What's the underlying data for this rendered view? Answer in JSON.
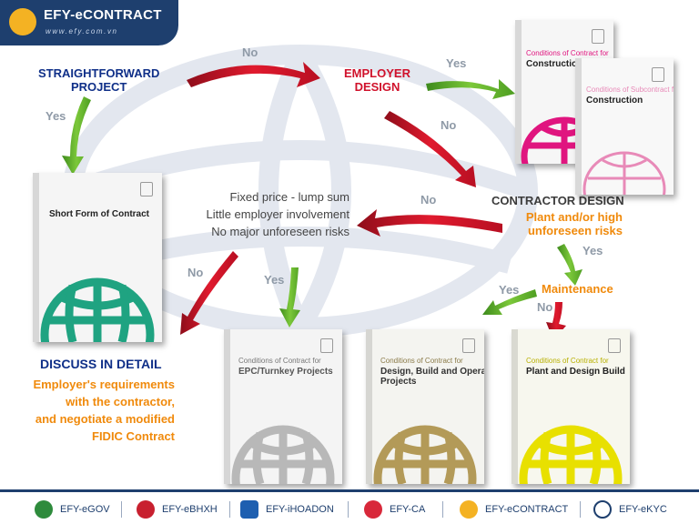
{
  "brand": {
    "name": "EFY-eCONTRACT",
    "url": "www.efy.com.vn"
  },
  "nodes": {
    "straightforward": "STRAIGHTFORWARD\nPROJECT",
    "employer_design": "EMPLOYER\nDESIGN",
    "contractor_design": "CONTRACTOR DESIGN",
    "contractor_sub": "Plant and/or high\nunforeseen risks",
    "criteria": [
      "Fixed price - lump sum",
      "Little employer involvement",
      "No major unforeseen risks"
    ],
    "maintenance": "Maintenance",
    "discuss_title": "DISCUSS IN DETAIL",
    "discuss_body": "Employer's requirements\nwith the contractor,\nand negotiate a modified\nFIDIC Contract"
  },
  "edges": {
    "yes": "Yes",
    "no": "No"
  },
  "books": {
    "construction_title": "Conditions of Contract for",
    "construction_name": "Construction",
    "subcontract_title": "Conditions of Subcontract for",
    "subcontract_name": "Construction",
    "short_form": "Short Form of Contract",
    "epc_title": "Conditions of Contract for",
    "epc_name": "EPC/Turnkey Projects",
    "dbo_title": "Conditions of Contract for",
    "dbo_name": "Design, Build and Operate\nProjects",
    "pdb_title": "Conditions of Contract for",
    "pdb_name": "Plant and Design Build"
  },
  "footer": {
    "items": [
      "EFY-eGOV",
      "EFY-eBHXH",
      "EFY-iHOADON",
      "EFY-CA",
      "EFY-eCONTRACT",
      "EFY-eKYC"
    ]
  },
  "colors": {
    "navy": "#1e3f6e",
    "arrow_green": "#6ab82e",
    "arrow_red": "#d0112b",
    "book_magenta": "#e0157f",
    "book_pink": "#e88ab8",
    "book_green": "#1fa381",
    "book_gray": "#b8b8b8",
    "book_olive": "#b39a58",
    "book_yellow": "#e8e000",
    "label_orange": "#f08a0c",
    "label_blue": "#0f2f88"
  }
}
